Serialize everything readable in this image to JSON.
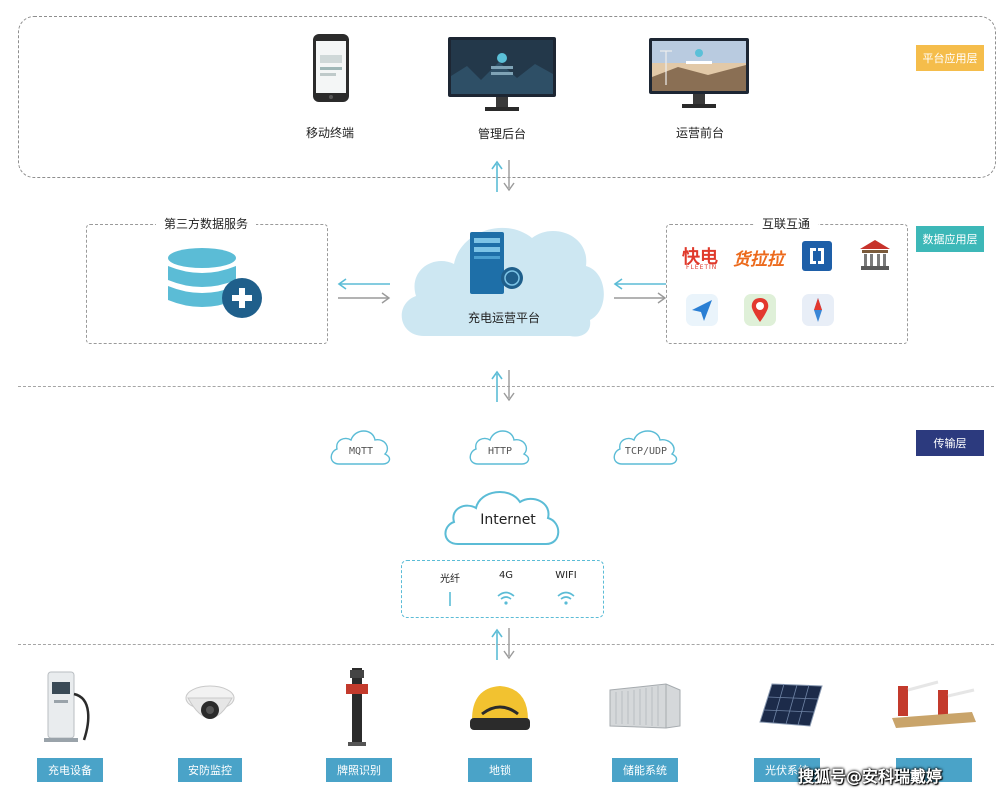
{
  "layers": {
    "platform": "平台应用层",
    "data": "数据应用层",
    "transport": "传输层"
  },
  "platform_apps": {
    "mobile": "移动终端",
    "admin": "管理后台",
    "ops": "运营前台"
  },
  "third_party": {
    "title": "第三方数据服务"
  },
  "interop": {
    "title": "互联互通",
    "kuaidian": "快电",
    "kuaidian_sub": "FLEETIN",
    "huolala": "货拉拉"
  },
  "platform_center": {
    "label": "充电运营平台"
  },
  "protocols": [
    "MQTT",
    "HTTP",
    "TCP/UDP"
  ],
  "internet": {
    "label": "Internet"
  },
  "networks": [
    "光纤",
    "4G",
    "WIFI"
  ],
  "devices": [
    "充电设备",
    "安防监控",
    "牌照识别",
    "地锁",
    "储能系统",
    "光伏系统"
  ],
  "watermark": "搜狐号@安科瑞戴婷",
  "colors": {
    "platform_tag": "#f5bd4b",
    "data_tag": "#3db8b8",
    "transport_tag": "#2c3a7e",
    "chip": "#4aa3c8",
    "cloud": "#cde7f2",
    "arrow": "#5bbcd6"
  }
}
